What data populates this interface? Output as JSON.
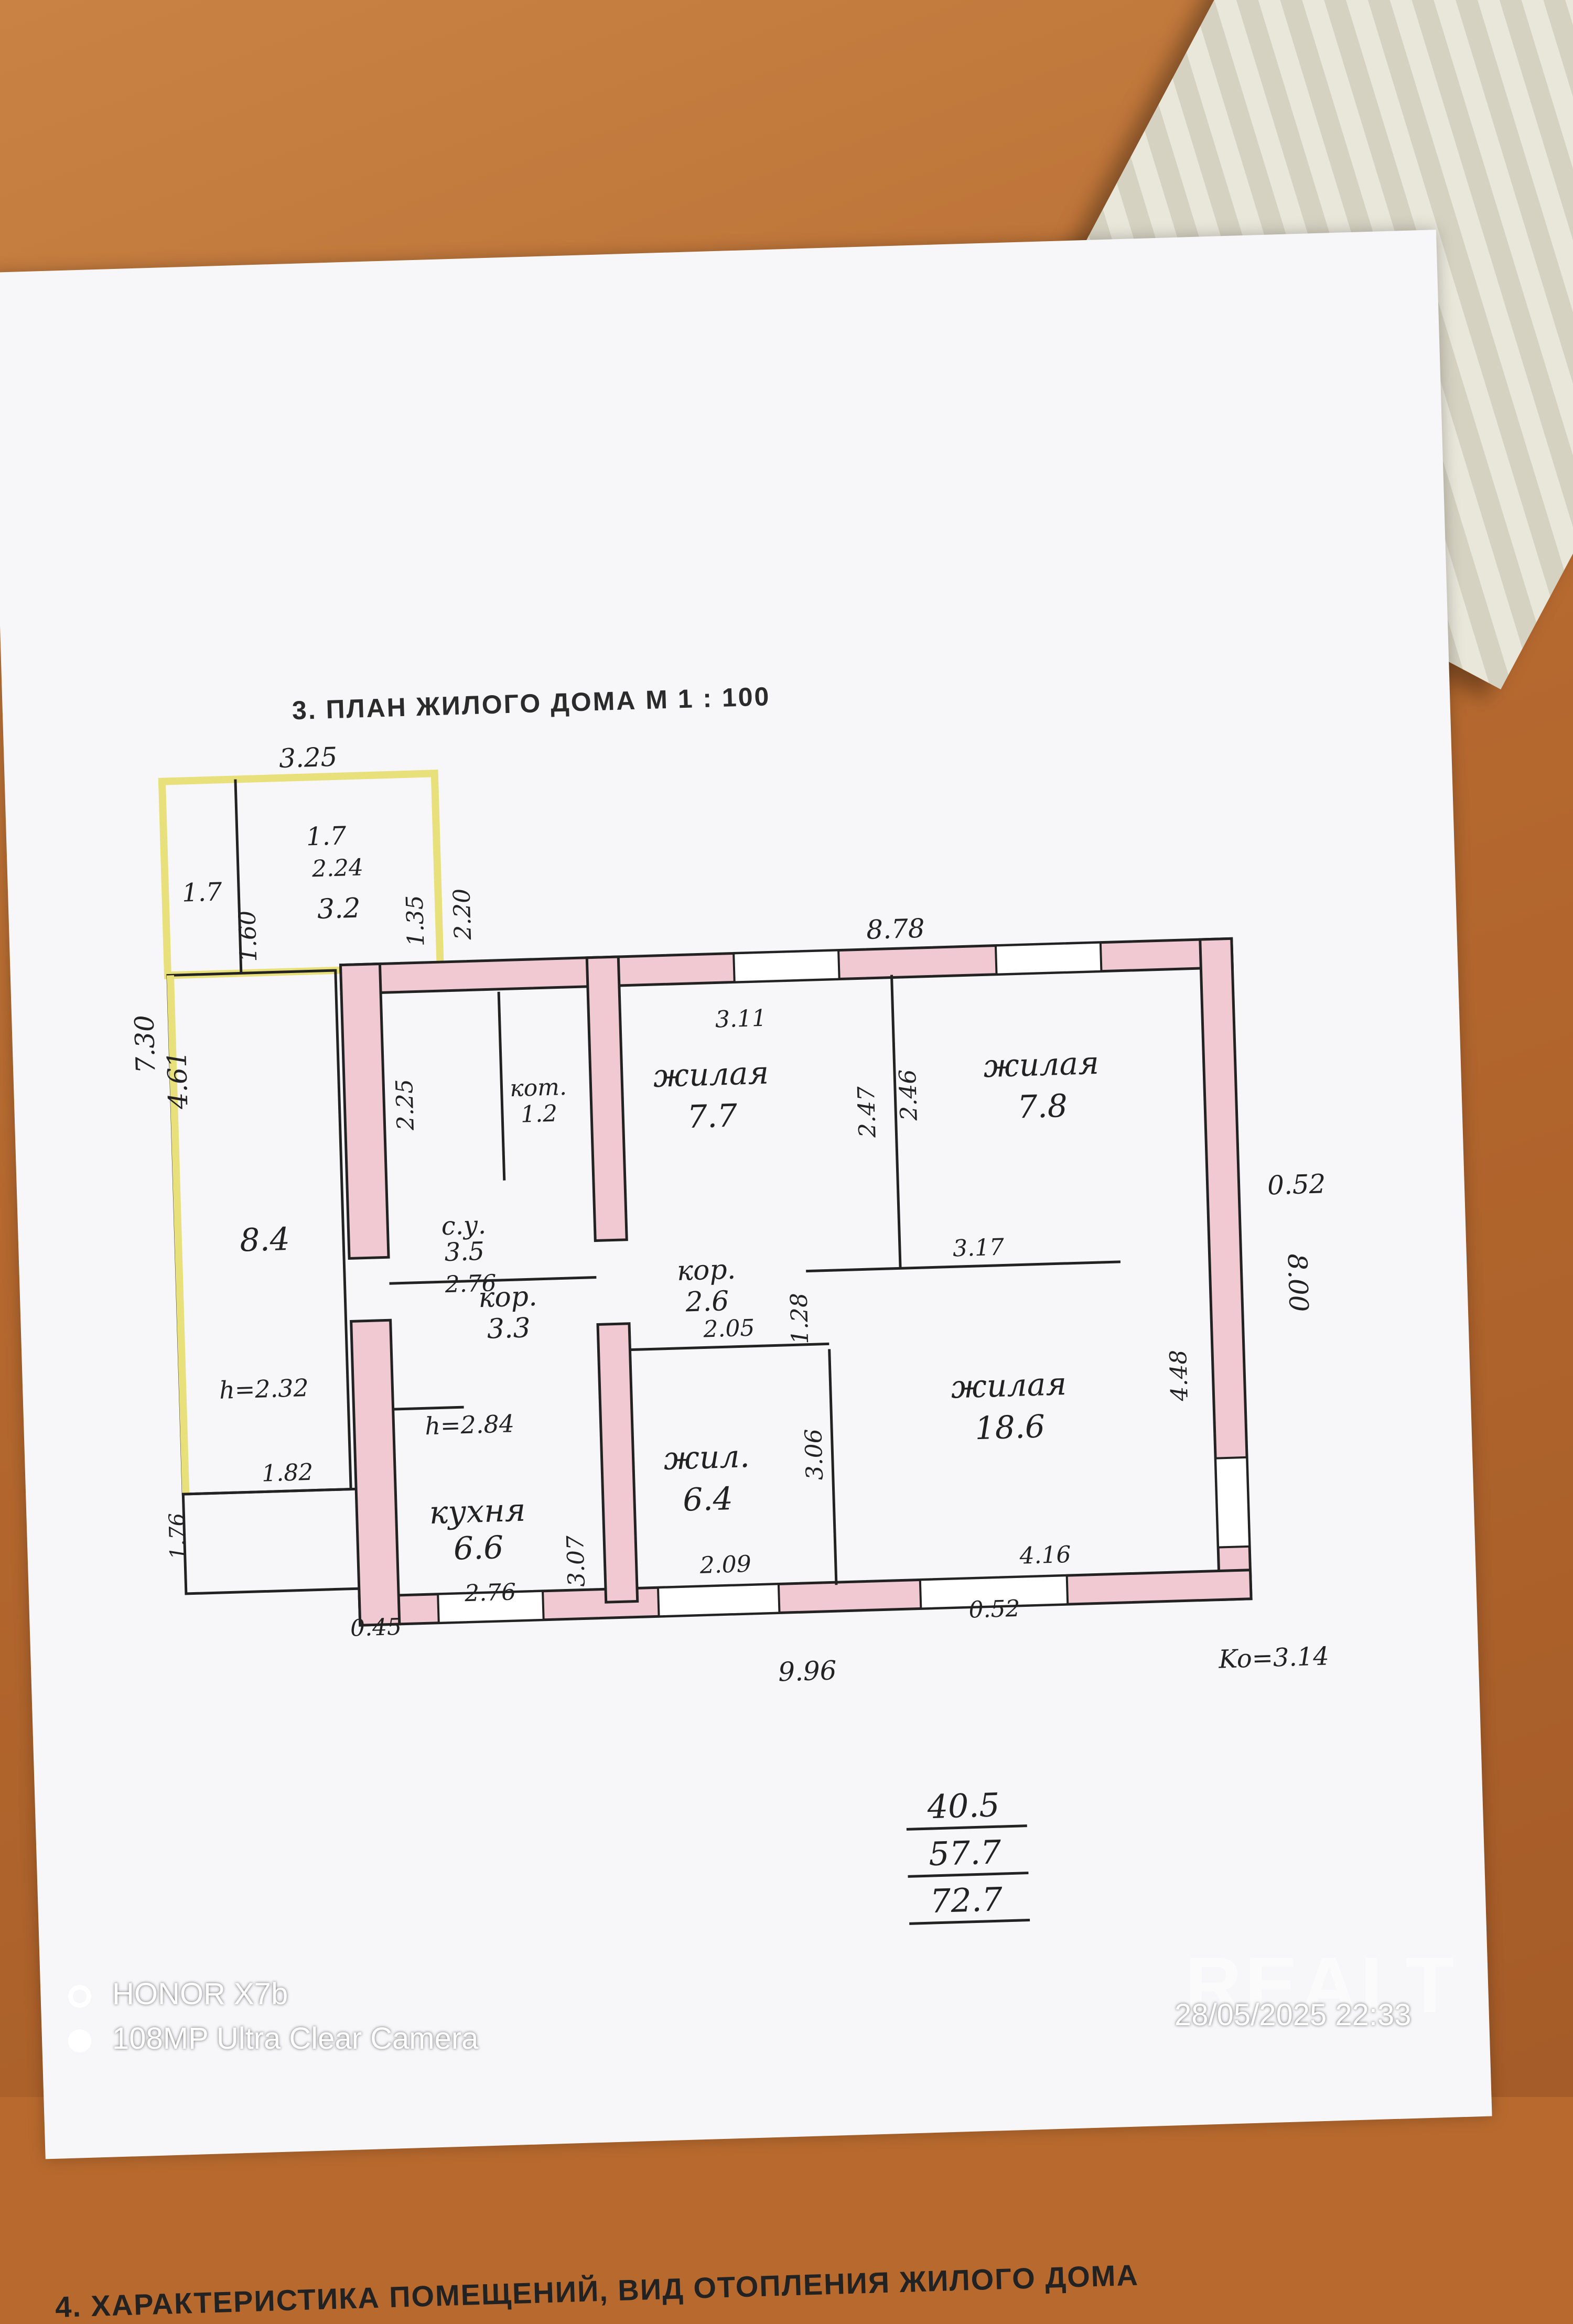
{
  "document": {
    "title": "3. ПЛАН ЖИЛОГО ДОМА М 1 : 100",
    "bottom_heading": "4. ХАРАКТЕРИСТИКА ПОМЕЩЕНИЙ, ВИД ОТОПЛЕНИЯ ЖИЛОГО ДОМА"
  },
  "rooms": [
    {
      "label": "жилая",
      "area": "7.7"
    },
    {
      "label": "жилая",
      "area": "7.8"
    },
    {
      "label": "жилая",
      "area": "18.6"
    },
    {
      "label": "жил.",
      "area": "6.4"
    },
    {
      "label": "кухня",
      "area": "6.6"
    },
    {
      "label": "кор.",
      "area": "3.3"
    },
    {
      "label": "кор.",
      "area": "2.6"
    },
    {
      "label": "с.у.",
      "area": "3.5"
    },
    {
      "label": "кот.",
      "area": "1.2"
    },
    {
      "label": "",
      "area": "8.4"
    },
    {
      "label": "",
      "area": "3.2"
    },
    {
      "label": "",
      "area": "1.7"
    },
    {
      "label": "",
      "area": "1.7"
    }
  ],
  "dimensions": {
    "top_annex": "3.25",
    "top_main": "8.78",
    "right": "8.00",
    "bottom": "9.96",
    "right_wall": "0.52",
    "wall_bottom": "0.52",
    "wall_left": "0.45",
    "left_height": "7.30",
    "left_porch": "4.61",
    "porch_h": "1.60",
    "porch_w": "2.24",
    "porch_door": "1.35",
    "porch_right": "2.20",
    "bath_h": "2.25",
    "bath_w": "2.76",
    "room1_w": "3.11",
    "room_div": "2.47",
    "room2_h": "2.46",
    "room2_w": "3.17",
    "big_h": "4.48",
    "big_w": "4.16",
    "big_side": "3.06",
    "corr_w": "2.05",
    "corr_h": "1.28",
    "small_w": "2.09",
    "kitchen_h": "3.07",
    "kitchen_w": "2.76",
    "entry_w": "1.82",
    "step_h": "1.76",
    "ceiling1": "h=2.32",
    "ceiling2": "h=2.84",
    "ko": "Ko=3.14"
  },
  "totals": [
    "40.5",
    "57.7",
    "72.7"
  ],
  "camera": {
    "model": "HONOR X7b",
    "lens": "108MP Ultra Clear Camera",
    "timestamp": "28/05/2025 22:33"
  },
  "watermark": "REALT"
}
